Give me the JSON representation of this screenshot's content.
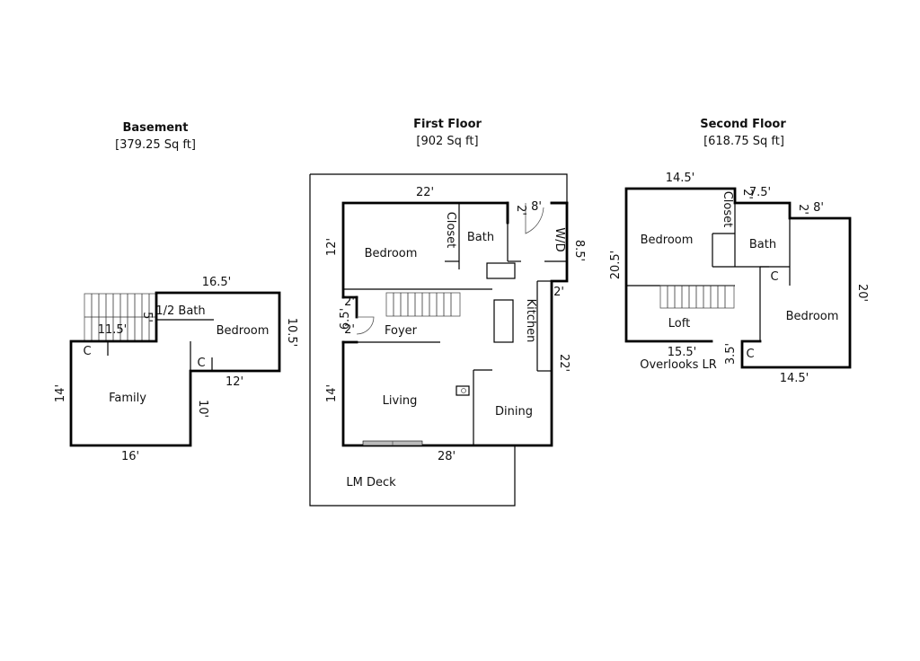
{
  "floors": {
    "basement": {
      "title": "Basement",
      "area": "[379.25 Sq ft]",
      "rooms": {
        "family": "Family",
        "bedroom": "Bedroom",
        "half_bath": "1/2 Bath",
        "closet1": "C",
        "closet2": "C"
      },
      "dims": {
        "top": "16.5'",
        "right": "10.5'",
        "lower": "12'",
        "inner": "10'",
        "bottom": "16'",
        "left": "14'",
        "stair_len": "11.5'",
        "stair_w": "5'"
      }
    },
    "first": {
      "title": "First Floor",
      "area": "[902 Sq ft]",
      "rooms": {
        "bedroom": "Bedroom",
        "closet": "Closet",
        "bath": "Bath",
        "wd": "W/D",
        "kitchen": "Kitchen",
        "foyer": "Foyer",
        "living": "Living",
        "dining": "Dining",
        "deck": "LM Deck"
      },
      "dims": {
        "top": "22'",
        "left_upper": "12'",
        "two_a": "2'",
        "eight": "8'",
        "right_upper": "8.5'",
        "two_b": "2'",
        "right_lower": "22'",
        "bottom": "28'",
        "left_lower": "14'",
        "six_five": "6.5'",
        "two_c": "2'",
        "two_d": "2'"
      }
    },
    "second": {
      "title": "Second Floor",
      "area": "[618.75 Sq ft]",
      "rooms": {
        "bedroom1": "Bedroom",
        "closet": "Closet",
        "bath": "Bath",
        "loft": "Loft",
        "bedroom2": "Bedroom",
        "closet_c1": "C",
        "closet_c2": "C",
        "overlook": "Overlooks LR"
      },
      "dims": {
        "top_left": "14.5'",
        "two_a": "2'",
        "seven_five": "7.5'",
        "two_b": "2'",
        "eight": "8'",
        "left": "20.5'",
        "right": "20'",
        "bottom_mid": "15.5'",
        "three_five": "3.5'",
        "bottom_right": "14.5'"
      }
    }
  }
}
